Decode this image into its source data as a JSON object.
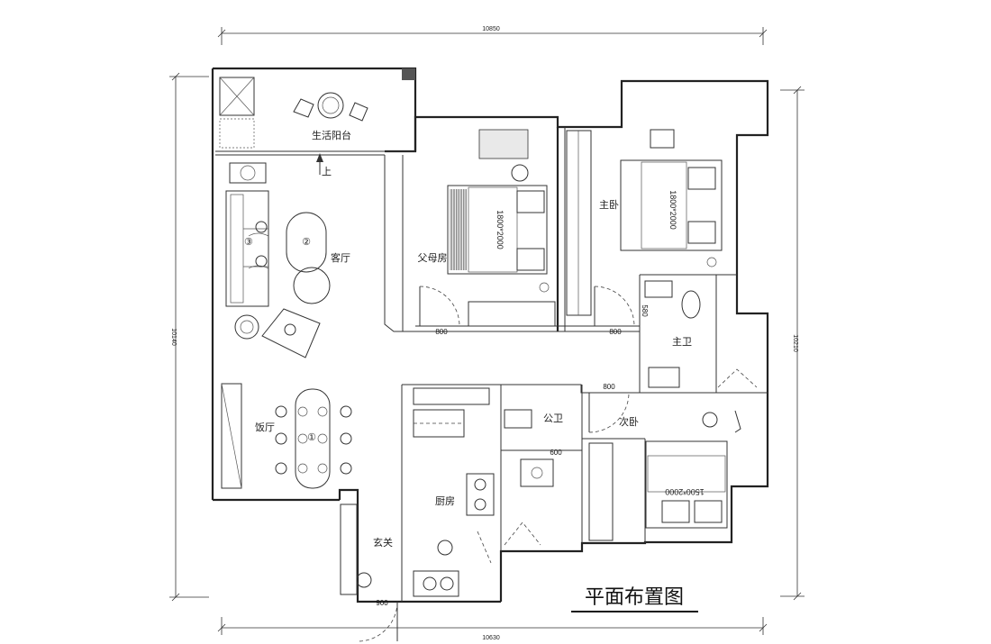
{
  "drawing": {
    "title": "平面布置图",
    "dimensions": {
      "top": "10850",
      "bottom": "10630",
      "left": "10140",
      "right": "10210"
    },
    "rooms": {
      "balcony": "生活阳台",
      "living": "客厅",
      "dining": "饭厅",
      "parents": "父母房",
      "master": "主卧",
      "master_bath": "主卫",
      "public_bath": "公卫",
      "second": "次卧",
      "kitchen": "厨房",
      "entry": "玄关"
    },
    "stair_mark": "上",
    "door_widths": {
      "parents": "800",
      "master": "800",
      "master_bath": "580",
      "second": "800",
      "entry": "900",
      "public_bath": "600"
    },
    "bed_sizes": {
      "parents": "1800*2000",
      "master": "1800*2000",
      "second": "1500*2000"
    },
    "furniture_markers": {
      "dining_table": "①",
      "coffee_table": "②",
      "sofa": "③"
    }
  }
}
